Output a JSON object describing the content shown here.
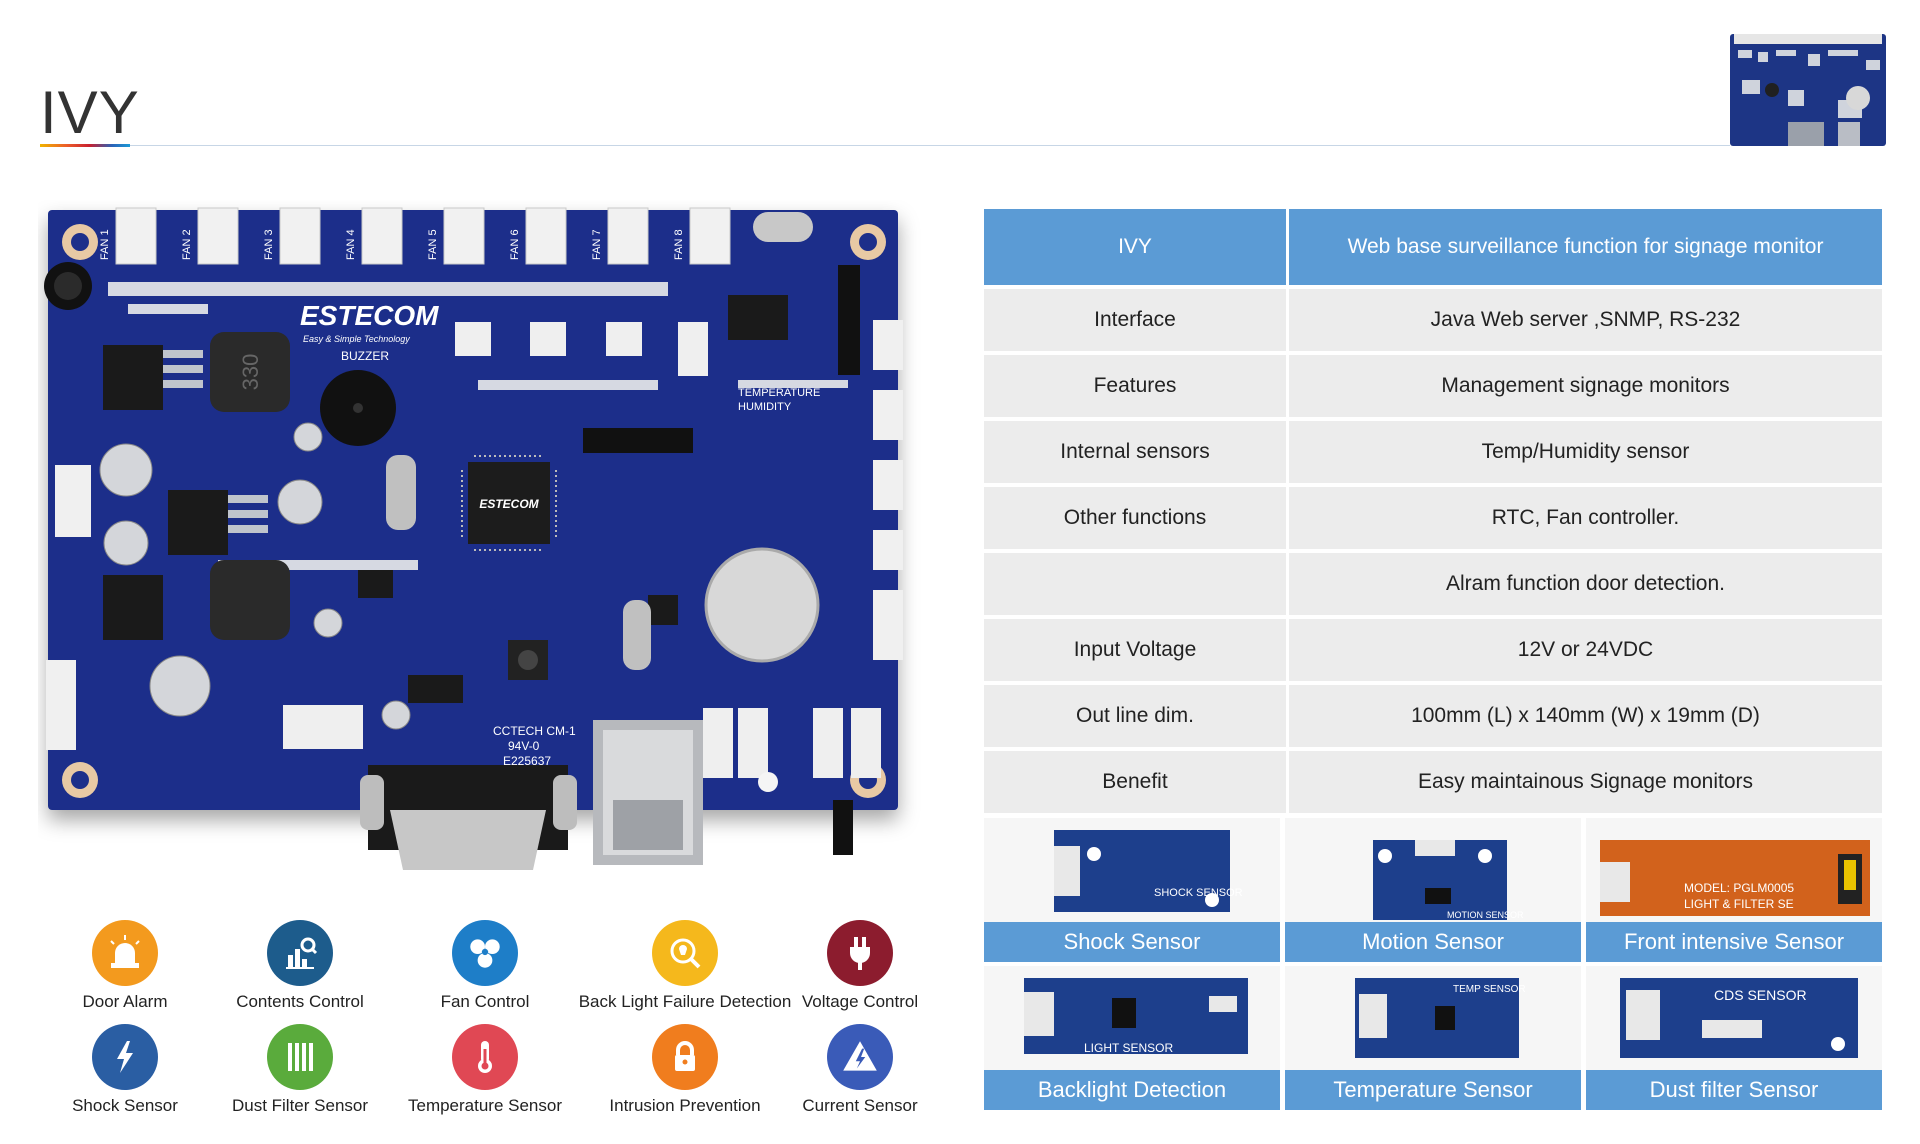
{
  "header": {
    "title": "IVY"
  },
  "board": {
    "brand": "ESTECOM",
    "tagline": "Easy & Simple Technology",
    "chip_label": "ESTECOM",
    "buzzer_label": "BUZZER",
    "temp_label": "TEMPERATURE",
    "humidity_label": "HUMIDITY",
    "cert_line1": "CCTECH CM-1",
    "cert_line2": "94V-0",
    "cert_line3": "E225637",
    "inductor_label": "330",
    "fan_labels": [
      "FAN 1",
      "FAN 2",
      "FAN 3",
      "FAN 4",
      "FAN 5",
      "FAN 6",
      "FAN 7",
      "FAN 8"
    ]
  },
  "features": [
    {
      "label": "Door Alarm",
      "icon": "alarm-light-icon",
      "color": "#f39a1e"
    },
    {
      "label": "Contents Control",
      "icon": "chart-search-icon",
      "color": "#1d5c8c"
    },
    {
      "label": "Fan Control",
      "icon": "fan-icon",
      "color": "#1e7ec8"
    },
    {
      "label": "Back Light Failure Detection",
      "icon": "bulb-search-icon",
      "color": "#f5b81c"
    },
    {
      "label": "Voltage Control",
      "icon": "plug-icon",
      "color": "#8c1c2e"
    },
    {
      "label": "Shock Sensor",
      "icon": "shock-icon",
      "color": "#2a5ea3"
    },
    {
      "label": "Dust Filter Sensor",
      "icon": "filter-icon",
      "color": "#5aab3c"
    },
    {
      "label": "Temperature Sensor",
      "icon": "thermometer-icon",
      "color": "#e04854"
    },
    {
      "label": "Intrusion Prevention",
      "icon": "lock-icon",
      "color": "#f07d1e"
    },
    {
      "label": "Current Sensor",
      "icon": "warning-icon",
      "color": "#3a5bb8"
    }
  ],
  "spec": {
    "header_key": "IVY",
    "header_val": "Web base surveillance function for signage monitor",
    "rows": [
      {
        "k": "Interface",
        "v": "Java Web server ,SNMP, RS-232"
      },
      {
        "k": "Features",
        "v": "Management signage monitors"
      },
      {
        "k": "Internal sensors",
        "v": "Temp/Humidity sensor"
      },
      {
        "k": "Other functions",
        "v": "RTC, Fan controller."
      },
      {
        "k": "",
        "v": "Alram function door detection."
      },
      {
        "k": "Input  Voltage",
        "v": "12V or 24VDC"
      },
      {
        "k": "Out line dim.",
        "v": "100mm (L) x 140mm (W) x 19mm (D)"
      },
      {
        "k": "Benefit",
        "v": "Easy maintainous Signage monitors"
      }
    ]
  },
  "sensors": [
    {
      "caption": "Shock Sensor",
      "board_text": "SHOCK SENSOR",
      "pcb_color": "#1d3f8c"
    },
    {
      "caption": "Motion Sensor",
      "board_text": "MOTION SENSOR",
      "pcb_color": "#1d3f8c"
    },
    {
      "caption": "Front intensive Sensor",
      "board_text": "MODEL: PGLM0005",
      "board_text2": "LIGHT & FILTER SE",
      "pcb_color": "#d2621c"
    },
    {
      "caption": "Backlight Detection",
      "board_text": "LIGHT SENSOR",
      "pcb_color": "#1d3f8c"
    },
    {
      "caption": "Temperature Sensor",
      "board_text": "TEMP SENSOR",
      "pcb_color": "#1d3f8c"
    },
    {
      "caption": "Dust filter Sensor",
      "board_text": "CDS SENSOR",
      "pcb_color": "#1d3f8c"
    }
  ]
}
